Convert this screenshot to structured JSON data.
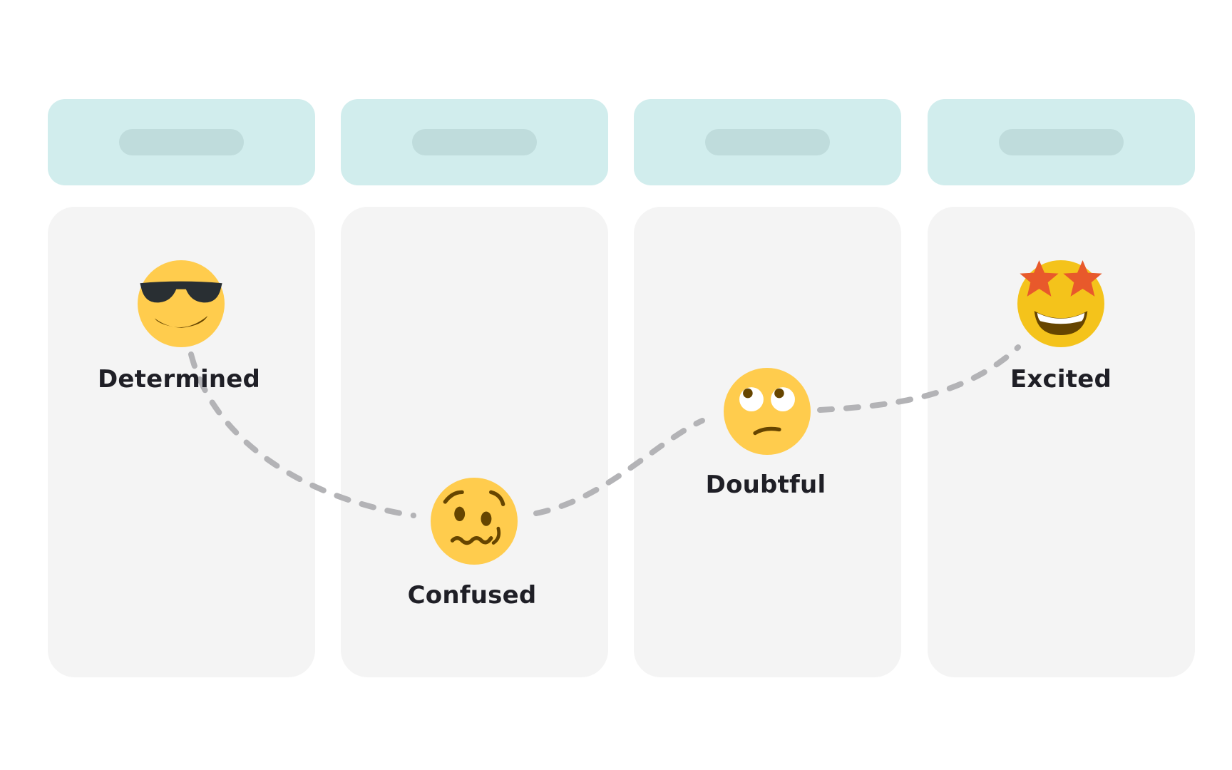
{
  "stages": [
    {
      "label": "Determined",
      "emoji": "smiling-face-with-sunglasses-icon"
    },
    {
      "label": "Confused",
      "emoji": "woozy-face-icon"
    },
    {
      "label": "Doubtful",
      "emoji": "face-with-rolling-eyes-icon"
    },
    {
      "label": "Excited",
      "emoji": "star-struck-icon"
    }
  ],
  "colors": {
    "header": "#d1eded",
    "header_pill": "#bfdcdc",
    "column": "#f4f4f4",
    "path": "#b3b3b6",
    "emoji_face": "#ffcc4d",
    "emoji_feature": "#664500",
    "label": "#1f1f26"
  }
}
